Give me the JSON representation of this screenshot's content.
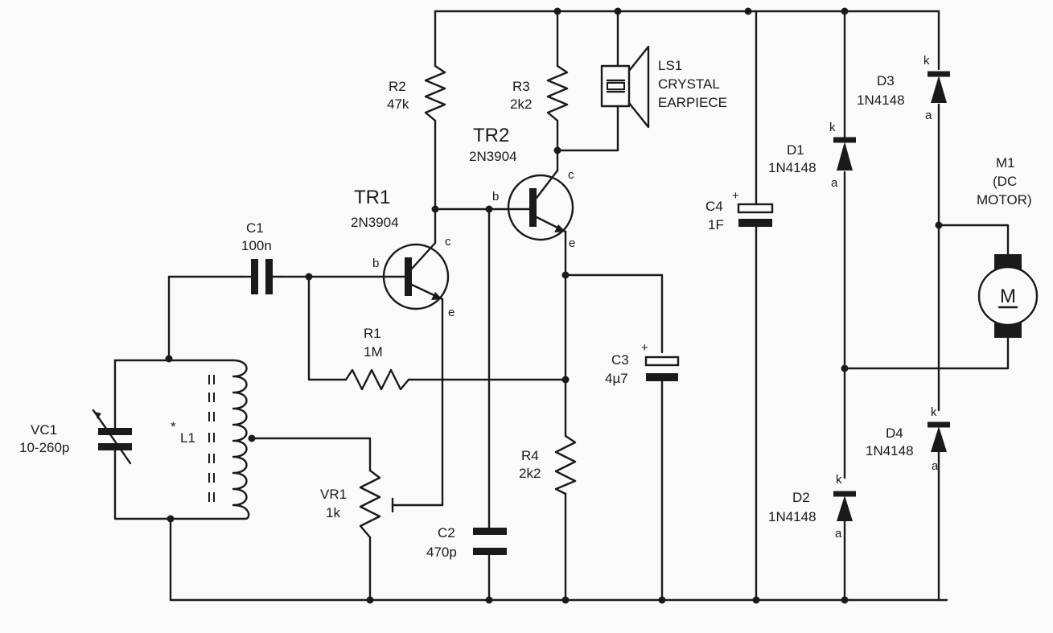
{
  "components": {
    "r1": {
      "ref": "R1",
      "value": "1M"
    },
    "r2": {
      "ref": "R2",
      "value": "47k"
    },
    "r3": {
      "ref": "R3",
      "value": "2k2"
    },
    "r4": {
      "ref": "R4",
      "value": "2k2"
    },
    "c1": {
      "ref": "C1",
      "value": "100n"
    },
    "c2": {
      "ref": "C2",
      "value": "470p"
    },
    "c3": {
      "ref": "C3",
      "value": "4µ7"
    },
    "c4": {
      "ref": "C4",
      "value": "1F"
    },
    "vc1": {
      "ref": "VC1",
      "value": "10-260p"
    },
    "l1": {
      "ref": "L1",
      "marker": "*"
    },
    "vr1": {
      "ref": "VR1",
      "value": "1k"
    },
    "tr1": {
      "ref": "TR1",
      "part": "2N3904"
    },
    "tr2": {
      "ref": "TR2",
      "part": "2N3904"
    },
    "ls1": {
      "ref": "LS1",
      "line1": "CRYSTAL",
      "line2": "EARPIECE"
    },
    "d1": {
      "ref": "D1",
      "part": "1N4148"
    },
    "d2": {
      "ref": "D2",
      "part": "1N4148"
    },
    "d3": {
      "ref": "D3",
      "part": "1N4148"
    },
    "d4": {
      "ref": "D4",
      "part": "1N4148"
    },
    "m1": {
      "ref": "M1",
      "line1": "(DC",
      "line2": "MOTOR)",
      "symbol": "M"
    }
  },
  "pins": {
    "base": "b",
    "collector": "c",
    "emitter": "e",
    "cathode": "k",
    "anode": "a",
    "plus": "+"
  }
}
